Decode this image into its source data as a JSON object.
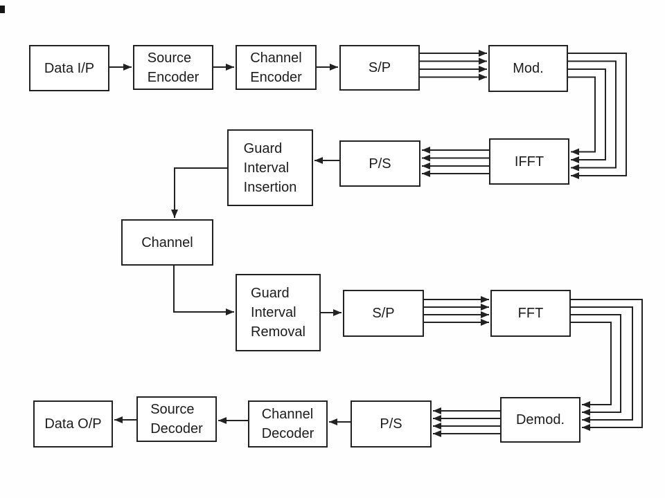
{
  "colors": {
    "background": "#fefefe",
    "line": "#222222",
    "box_fill": "#ffffff",
    "box_border": "#222222",
    "text": "#1c1c1c"
  },
  "nodes": [
    {
      "id": "data-input",
      "label": "Data I/P"
    },
    {
      "id": "source-encoder",
      "label": "Source\nEncoder"
    },
    {
      "id": "channel-encoder",
      "label": "Channel\nEncoder"
    },
    {
      "id": "serial-to-parallel-tx",
      "label": "S/P"
    },
    {
      "id": "modulator",
      "label": "Mod."
    },
    {
      "id": "guard-interval-insertion",
      "label": "Guard\nInterval\nInsertion"
    },
    {
      "id": "parallel-to-serial-tx",
      "label": "P/S"
    },
    {
      "id": "ifft",
      "label": "IFFT"
    },
    {
      "id": "channel",
      "label": "Channel"
    },
    {
      "id": "guard-interval-removal",
      "label": "Guard\nInterval\nRemoval"
    },
    {
      "id": "serial-to-parallel-rx",
      "label": "S/P"
    },
    {
      "id": "fft",
      "label": "FFT"
    },
    {
      "id": "data-output",
      "label": "Data O/P"
    },
    {
      "id": "source-decoder",
      "label": "Source\nDecoder"
    },
    {
      "id": "channel-decoder",
      "label": "Channel\nDecoder"
    },
    {
      "id": "parallel-to-serial-rx",
      "label": "P/S"
    },
    {
      "id": "demodulator",
      "label": "Demod."
    }
  ],
  "edges": [
    {
      "from": "data-input",
      "to": "source-encoder",
      "lines": 1
    },
    {
      "from": "source-encoder",
      "to": "channel-encoder",
      "lines": 1
    },
    {
      "from": "channel-encoder",
      "to": "serial-to-parallel-tx",
      "lines": 1
    },
    {
      "from": "serial-to-parallel-tx",
      "to": "modulator",
      "lines": 4
    },
    {
      "from": "modulator",
      "to": "ifft",
      "lines": 4,
      "route": "wrap-right"
    },
    {
      "from": "ifft",
      "to": "parallel-to-serial-tx",
      "lines": 4
    },
    {
      "from": "parallel-to-serial-tx",
      "to": "guard-interval-insertion",
      "lines": 1
    },
    {
      "from": "guard-interval-insertion",
      "to": "channel",
      "lines": 1,
      "route": "down-left"
    },
    {
      "from": "channel",
      "to": "guard-interval-removal",
      "lines": 1,
      "route": "down-right"
    },
    {
      "from": "guard-interval-removal",
      "to": "serial-to-parallel-rx",
      "lines": 1
    },
    {
      "from": "serial-to-parallel-rx",
      "to": "fft",
      "lines": 4
    },
    {
      "from": "fft",
      "to": "demodulator",
      "lines": 4,
      "route": "wrap-right"
    },
    {
      "from": "demodulator",
      "to": "parallel-to-serial-rx",
      "lines": 4
    },
    {
      "from": "parallel-to-serial-rx",
      "to": "channel-decoder",
      "lines": 1
    },
    {
      "from": "channel-decoder",
      "to": "source-decoder",
      "lines": 1
    },
    {
      "from": "source-decoder",
      "to": "data-output",
      "lines": 1
    }
  ]
}
